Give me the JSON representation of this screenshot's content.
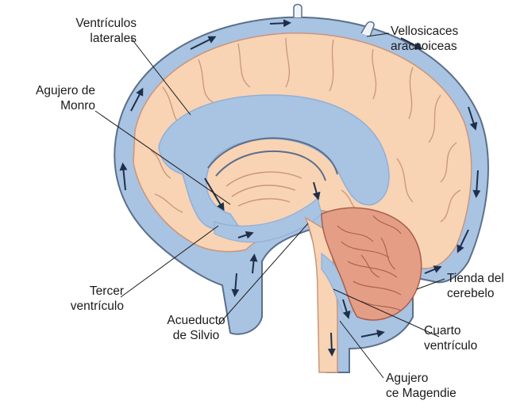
{
  "labels": {
    "ventriculos_laterales": [
      "Ventrículos",
      "laterales"
    ],
    "vellosidades_aracnoideas": [
      "Vellosicaces",
      "aracnoiceas"
    ],
    "agujero_monro": [
      "Agujero de",
      "Monro"
    ],
    "tercer_ventriculo": [
      "Tercer",
      "ventrículo"
    ],
    "acueducto_silvio": [
      "Acueducto",
      "de Silvio"
    ],
    "tienda_cerebelo": [
      "Tienda del",
      "cerebelo"
    ],
    "cuarto_ventriculo": [
      "Cuarto",
      "ventrículo"
    ],
    "agujero_magendie": [
      "Agujero",
      "ce Magendie"
    ]
  },
  "colors": {
    "csf": "#a9c3e2",
    "csf_dark": "#8fb0d8",
    "brain": "#f8d3b4",
    "brain_line": "#c9967c",
    "cerebellum": "#e59e86",
    "cerebellum_line": "#a85e4c",
    "outline": "#5a6f8a",
    "arrow": "#1f2f4a"
  }
}
